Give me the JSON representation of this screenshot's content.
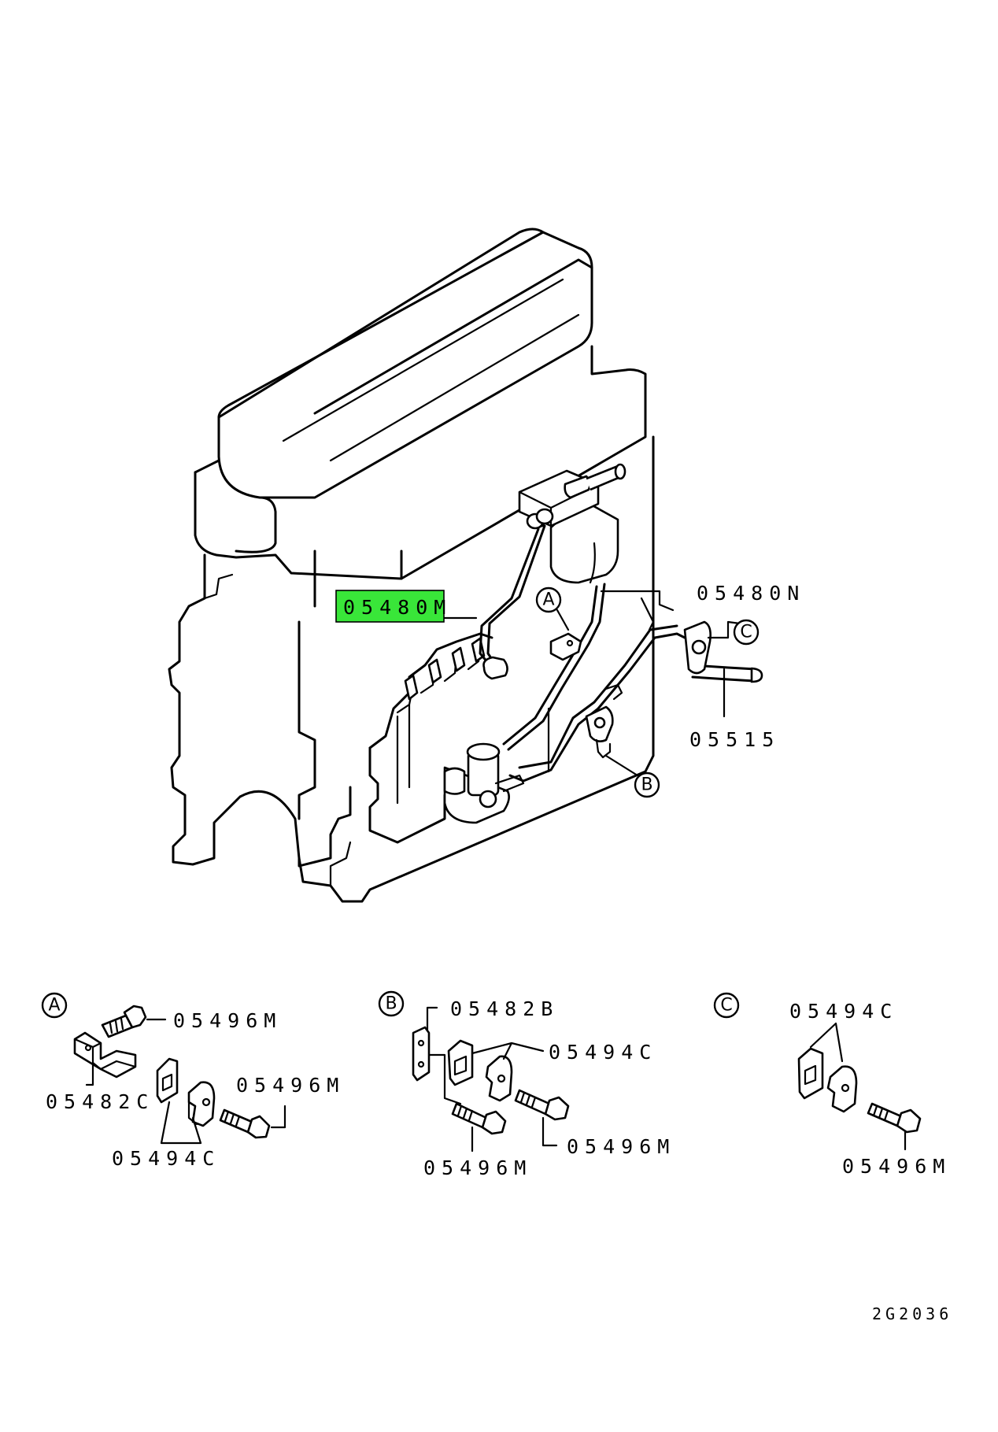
{
  "callouts": {
    "pipe_main": "05480M",
    "pipe_return": "05480N",
    "pipe_leak": "05515",
    "detail_a_bolt_top": "05496M",
    "detail_a_bracket": "05482C",
    "detail_a_bolt_side": "05496M",
    "detail_a_clamp": "05494C",
    "detail_b_bracket": "05482B",
    "detail_b_clamp": "05494C",
    "detail_b_bolt_right": "05496M",
    "detail_b_bolt_bottom": "05496M",
    "detail_c_clamp": "05494C",
    "detail_c_bolt": "05496M"
  },
  "markers": {
    "a": "A",
    "b": "B",
    "c": "C"
  },
  "drawing_code": "2G2036",
  "highlight_color": "#39e639"
}
